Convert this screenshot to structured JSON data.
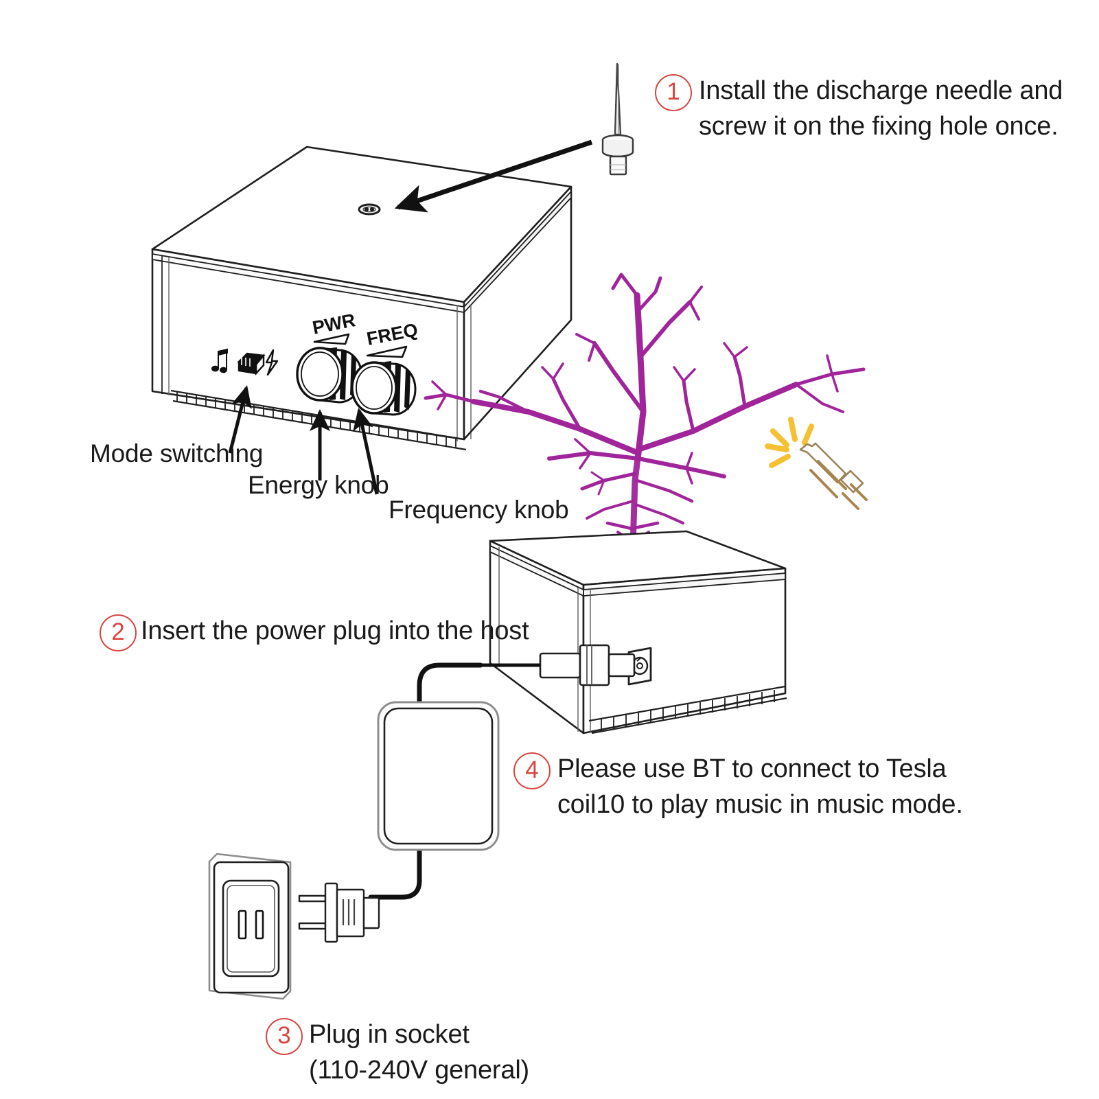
{
  "document": {
    "type": "instruction-diagram",
    "title": "Tesla coil assembly and power instructions",
    "background_color": "#ffffff",
    "accent_color": "#d9453f",
    "plasma_color": "#a0249a",
    "glow_color": "#f5c032",
    "line_color": "#1a1a1a"
  },
  "steps": [
    {
      "number": "1",
      "line1": "Install the discharge needle and",
      "line2": "screw it on the fixing hole once."
    },
    {
      "number": "2",
      "line1": "Insert the power plug into the host",
      "line2": ""
    },
    {
      "number": "3",
      "line1": "Plug in socket",
      "line2": "(110-240V general)"
    },
    {
      "number": "4",
      "line1": "Please use BT to connect to Tesla",
      "line2": "coil10 to play music in music mode."
    }
  ],
  "panel": {
    "pwr_label": "PWR",
    "freq_label": "FREQ",
    "mode_icons": [
      "music-note-icon",
      "slide-switch-icon",
      "lightning-bolt-icon"
    ]
  },
  "callouts": [
    {
      "label": "Mode switching"
    },
    {
      "label": "Energy knob"
    },
    {
      "label": "Frequency knob"
    }
  ],
  "parts": [
    {
      "name": "discharge-needle"
    },
    {
      "name": "tesla-coil-host-upper"
    },
    {
      "name": "tesla-coil-host-lower"
    },
    {
      "name": "plasma-discharge"
    },
    {
      "name": "neon-glow-lamp"
    },
    {
      "name": "dc-barrel-plug"
    },
    {
      "name": "dc-jack-port"
    },
    {
      "name": "power-adapter-brick"
    },
    {
      "name": "two-prong-plug"
    },
    {
      "name": "wall-socket"
    }
  ]
}
